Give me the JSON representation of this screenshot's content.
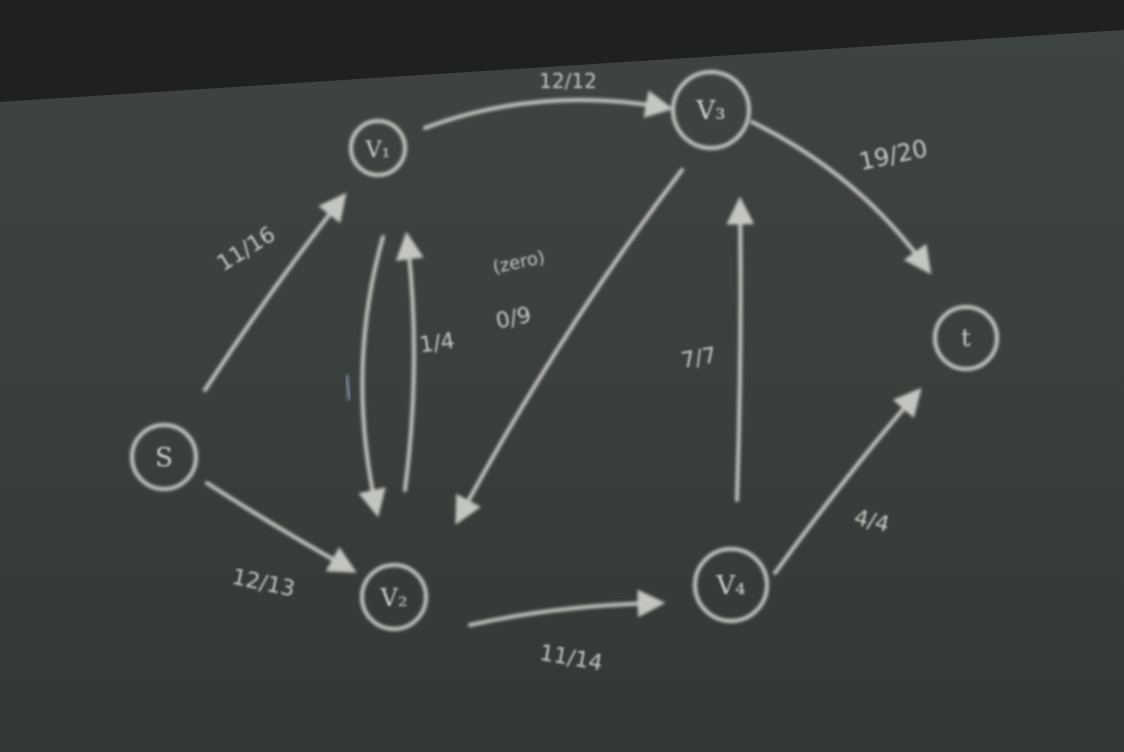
{
  "nodes": {
    "s": "S",
    "v1": "V₁",
    "v2": "V₂",
    "v3": "V₃",
    "v4": "V₄",
    "t": "t"
  },
  "edge_labels": {
    "s_v1": "11/16",
    "s_v2": "12/13",
    "v1_v3": "12/12",
    "v2_v1": "1/4",
    "v3_v2": "0/9",
    "v3_v2_note": "(zero)",
    "v2_v4": "11/14",
    "v4_v3": "7/7",
    "v3_t": "19/20",
    "v4_t": "4/4"
  },
  "colors": {
    "board": "#3a3f3d",
    "chalk": "#e6e8e2",
    "ceiling": "#1e2120",
    "blue_chalk": "#8fa6c9"
  }
}
